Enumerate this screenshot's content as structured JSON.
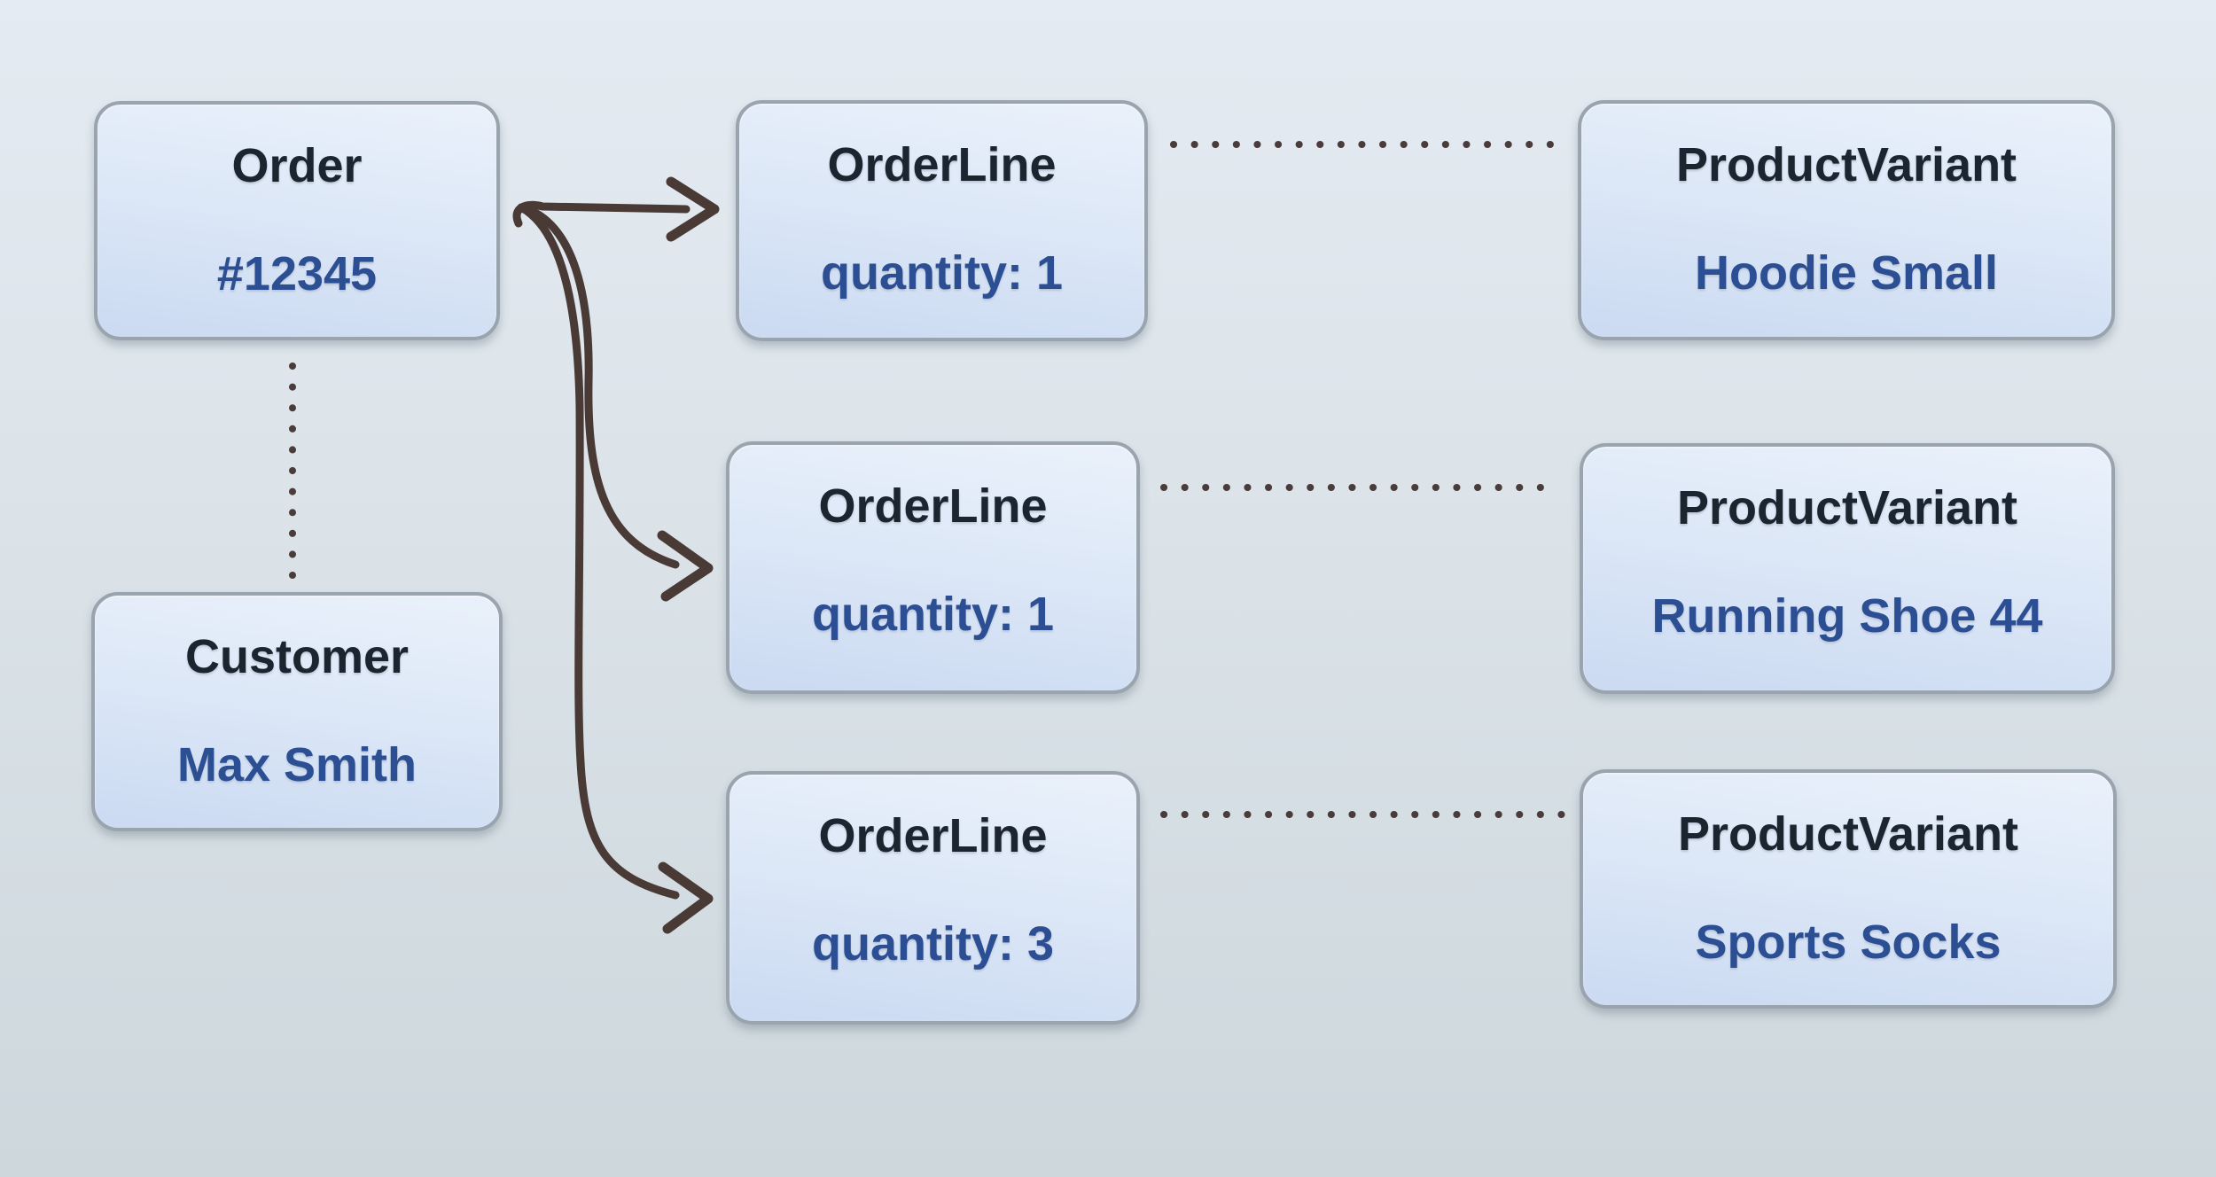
{
  "diagram": {
    "nodes": [
      {
        "id": "order",
        "title": "Order",
        "value": "#12345"
      },
      {
        "id": "customer",
        "title": "Customer",
        "value": "Max Smith"
      },
      {
        "id": "orderline-1",
        "title": "OrderLine",
        "value": "quantity: 1"
      },
      {
        "id": "orderline-2",
        "title": "OrderLine",
        "value": "quantity: 1"
      },
      {
        "id": "orderline-3",
        "title": "OrderLine",
        "value": "quantity: 3"
      },
      {
        "id": "productvariant-1",
        "title": "ProductVariant",
        "value": "Hoodie Small"
      },
      {
        "id": "productvariant-2",
        "title": "ProductVariant",
        "value": "Running Shoe 44"
      },
      {
        "id": "productvariant-3",
        "title": "ProductVariant",
        "value": "Sports Socks"
      }
    ],
    "connections": [
      {
        "from": "order",
        "to": "orderline-1",
        "style": "solid-arrow"
      },
      {
        "from": "order",
        "to": "orderline-2",
        "style": "solid-arrow"
      },
      {
        "from": "order",
        "to": "orderline-3",
        "style": "solid-arrow"
      },
      {
        "from": "order",
        "to": "customer",
        "style": "dotted"
      },
      {
        "from": "orderline-1",
        "to": "productvariant-1",
        "style": "dotted"
      },
      {
        "from": "orderline-2",
        "to": "productvariant-2",
        "style": "dotted"
      },
      {
        "from": "orderline-3",
        "to": "productvariant-3",
        "style": "dotted"
      }
    ],
    "colors": {
      "title": "#1b2530",
      "value": "#2c4e92",
      "connector": "#4a3a36",
      "connector_dotted": "#4a3c3a",
      "box_border": "#9aa4ae",
      "box_fill_top": "#eaf1fb",
      "box_fill_bottom": "#cbdaf2",
      "background_top": "#e4ebf2",
      "background_bottom": "#cdd7dc"
    }
  }
}
